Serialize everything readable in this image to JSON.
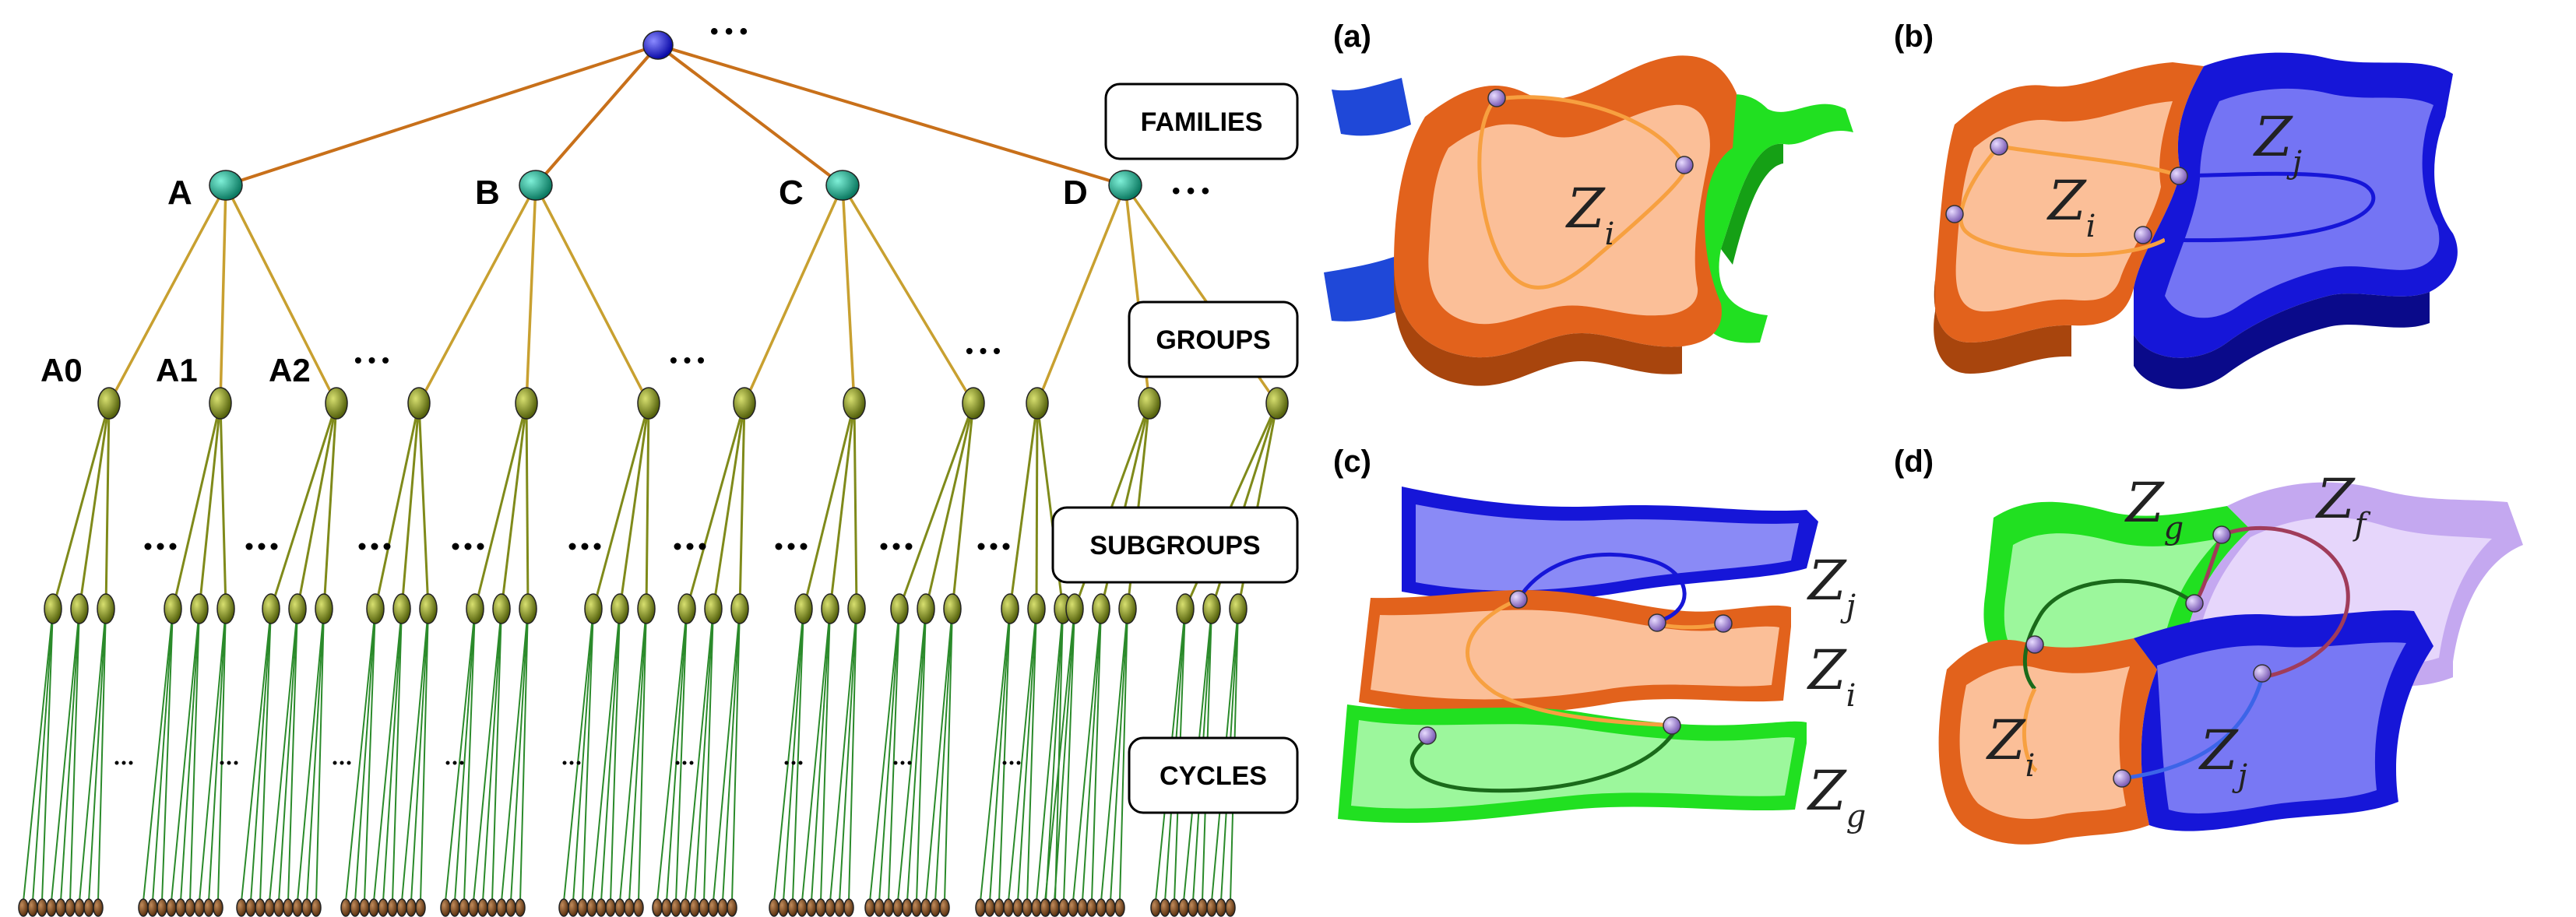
{
  "tree": {
    "levels": [
      "FAMILIES",
      "GROUPS",
      "SUBGROUPS",
      "CYCLES"
    ],
    "families": [
      "A",
      "B",
      "C",
      "D"
    ],
    "groups": [
      "A0",
      "A1",
      "A2"
    ],
    "ellipsis": "• • •"
  },
  "panels": {
    "a": {
      "label": "(a)",
      "z": [
        {
          "main": "Z",
          "sub": "i"
        }
      ]
    },
    "b": {
      "label": "(b)",
      "z": [
        {
          "main": "Z",
          "sub": "i"
        },
        {
          "main": "Z",
          "sub": "j"
        }
      ]
    },
    "c": {
      "label": "(c)",
      "z": [
        {
          "main": "Z",
          "sub": "j"
        },
        {
          "main": "Z",
          "sub": "i"
        },
        {
          "main": "Z",
          "sub": "g"
        }
      ]
    },
    "d": {
      "label": "(d)",
      "z": [
        {
          "main": "Z",
          "sub": "g"
        },
        {
          "main": "Z",
          "sub": "f"
        },
        {
          "main": "Z",
          "sub": "i"
        },
        {
          "main": "Z",
          "sub": "j"
        }
      ]
    }
  },
  "colors": {
    "root": "#1a1ad0",
    "family_node": "#17a58a",
    "group_node": "#8a9a1a",
    "family_edge": "#c8701a",
    "group_edge": "#c8a030",
    "subgroup_edge": "#7f8a1a",
    "cycle_edge": "#2a8a2a",
    "orange": "#e0601a",
    "blue": "#1010d0",
    "green": "#2ee02e",
    "violet": "#b49be6"
  }
}
